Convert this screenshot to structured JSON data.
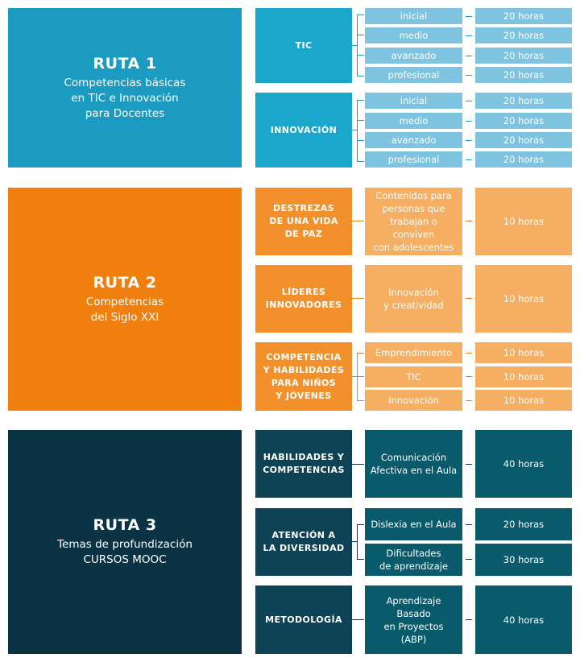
{
  "colors": {
    "r1_main": "#1b9bc1",
    "r1_cat": "#1ba7cc",
    "r1_cell": "#7ec3df",
    "r1_line": "#1b9bc1",
    "r2_main": "#f07f0e",
    "r2_cat": "#f2912c",
    "r2_cell": "#f6ae63",
    "r2_line": "#f07f0e",
    "r3_main": "#0b3344",
    "r3_cat": "#0e4356",
    "r3_cell": "#095b6c",
    "r3_line": "#0b3344"
  },
  "ruta1": {
    "title": "RUTA 1",
    "subtitle": "Competencias básicas\nen TIC e Innovación\npara Docentes",
    "categories": [
      {
        "label": "TIC",
        "levels": [
          {
            "name": "inicial",
            "hours": "20 horas"
          },
          {
            "name": "medio",
            "hours": "20 horas"
          },
          {
            "name": "avanzado",
            "hours": "20 horas"
          },
          {
            "name": "profesional",
            "hours": "20 horas"
          }
        ]
      },
      {
        "label": "INNOVACIÓN",
        "levels": [
          {
            "name": "inicial",
            "hours": "20 horas"
          },
          {
            "name": "medio",
            "hours": "20 horas"
          },
          {
            "name": "avanzado",
            "hours": "20 horas"
          },
          {
            "name": "profesional",
            "hours": "20 horas"
          }
        ]
      }
    ]
  },
  "ruta2": {
    "title": "RUTA 2",
    "subtitle": "Competencias\ndel Siglo XXI",
    "categories": [
      {
        "label": "DESTREZAS\nDE UNA VIDA\nDE PAZ",
        "courses": [
          {
            "name": "Contenidos para\npersonas que\ntrabajan o conviven\ncon adolescentes",
            "hours": "10 horas"
          }
        ]
      },
      {
        "label": "LÍDERES\nINNOVADORES",
        "courses": [
          {
            "name": "Innovación\ny creatividad",
            "hours": "10 horas"
          }
        ]
      },
      {
        "label": "COMPETENCIA\nY HABILIDADES\nPARA NIÑOS\nY JÓVENES",
        "courses": [
          {
            "name": "Emprendimiento",
            "hours": "10 horas"
          },
          {
            "name": "TIC",
            "hours": "10 horas"
          },
          {
            "name": "Innovación",
            "hours": "10 horas"
          }
        ]
      }
    ]
  },
  "ruta3": {
    "title": "RUTA 3",
    "subtitle": "Temas de profundización\nCURSOS MOOC",
    "categories": [
      {
        "label": "HABILIDADES Y\nCOMPETENCIAS",
        "courses": [
          {
            "name": "Comunicación\nAfectiva en el Aula",
            "hours": "40 horas"
          }
        ]
      },
      {
        "label": "ATENCIÓN A\nLA DIVERSIDAD",
        "courses": [
          {
            "name": "Dislexia en el Aula",
            "hours": "20 horas"
          },
          {
            "name": "Dificultades\nde aprendizaje",
            "hours": "30 horas"
          }
        ]
      },
      {
        "label": "METODOLOGÍA",
        "courses": [
          {
            "name": "Aprendizaje Basado\nen Proyectos (ABP)",
            "hours": "40 horas"
          }
        ]
      }
    ]
  }
}
